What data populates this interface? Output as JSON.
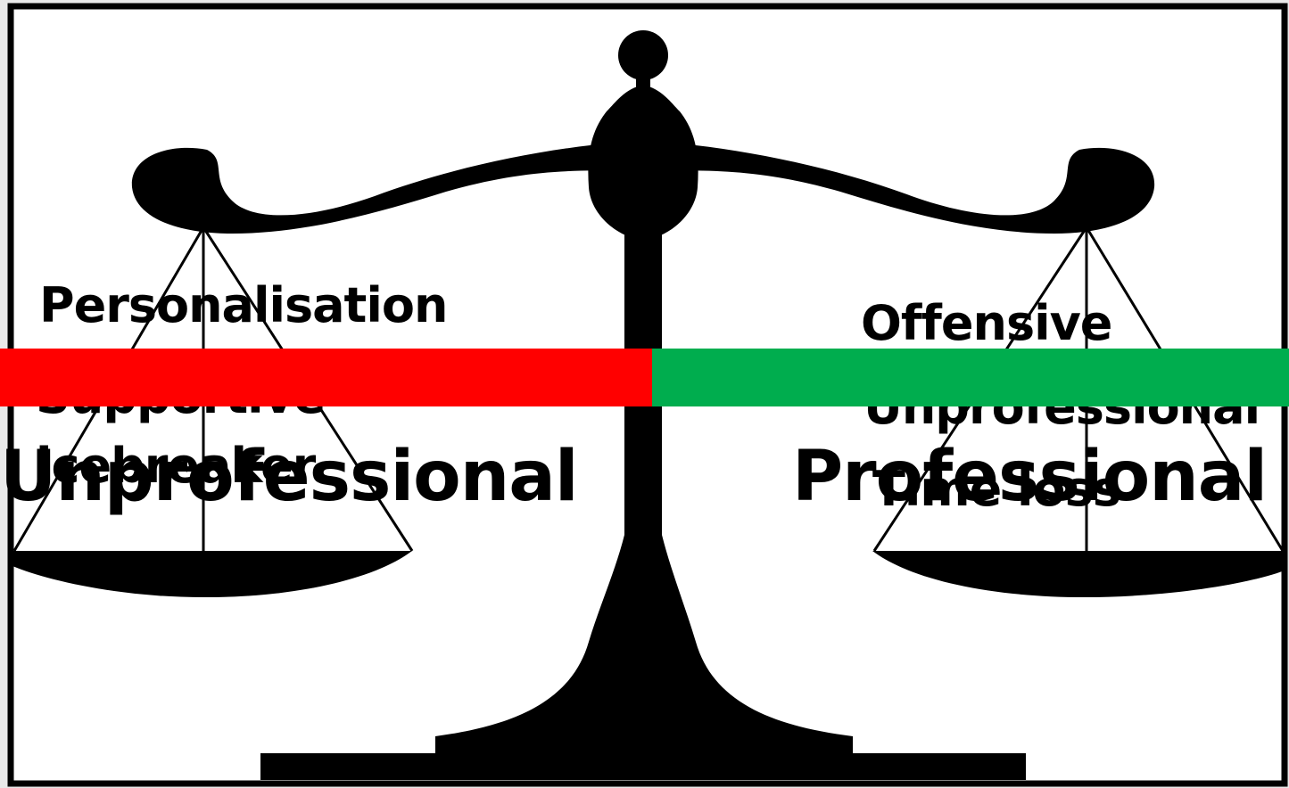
{
  "colors": {
    "background": "#e9e9e9",
    "frame_fill": "#ffffff",
    "frame_border": "#000000",
    "scale": "#000000",
    "bar_left": "#ff0000",
    "bar_right": "#00ad4e"
  },
  "icons": [
    "balance-scale-icon"
  ],
  "left_pan": {
    "items": [
      "Personalisation",
      "Supportive",
      "icebreaker"
    ],
    "label": "Unprofessional"
  },
  "right_pan": {
    "items": [
      "Offensive",
      "Unprofessional",
      "Time loss"
    ],
    "label": "Professional"
  }
}
